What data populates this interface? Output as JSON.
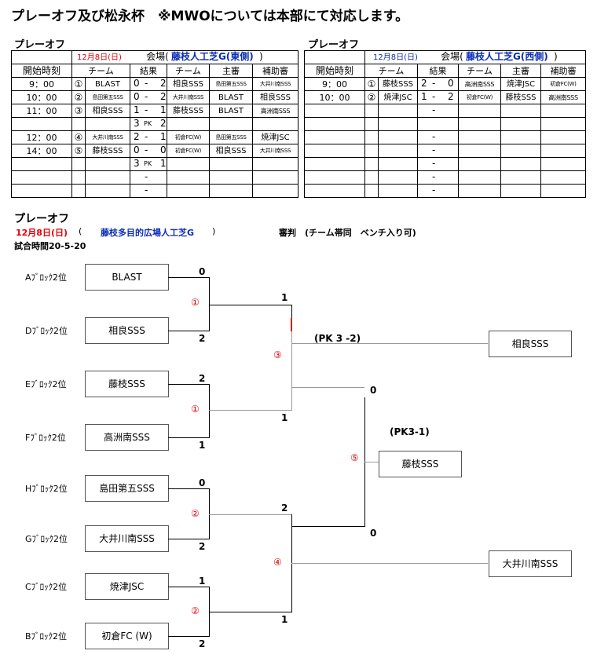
{
  "title": "プレーオフ及び松永杯　※MWOについては本部にて対応します。",
  "left_table": {
    "section": "プレーオフ",
    "date": "12月8日(日)",
    "venue_label": "会場(",
    "venue": "藤枝人工芝G(東側)",
    "venue_close": ")",
    "headers": [
      "開始時刻",
      "チーム",
      "結果",
      "チーム",
      "主審",
      "補助審"
    ],
    "rows": [
      {
        "time": "9：00",
        "no": "①",
        "team1": "BLAST",
        "s1": "0",
        "dash": "-",
        "s2": "2",
        "team2": "相良SSS",
        "ref": "島田第五SSS",
        "asst": "大井川南SSS"
      },
      {
        "time": "10：00",
        "no": "②",
        "team1": "島田第五SSS",
        "s1": "0",
        "dash": "-",
        "s2": "2",
        "team2": "大井川南SSS",
        "ref": "BLAST",
        "asst": "相良SSS"
      },
      {
        "time": "11：00",
        "no": "③",
        "team1": "相良SSS",
        "s1": "1",
        "dash": "-",
        "s2": "1",
        "team2": "藤枝SSS",
        "ref": "BLAST",
        "asst": "高洲南SSS"
      },
      {
        "time": "",
        "no": "",
        "team1": "",
        "s1": "3",
        "dash": "PK",
        "s2": "2",
        "team2": "",
        "ref": "",
        "asst": ""
      },
      {
        "time": "12：00",
        "no": "④",
        "team1": "大井川南SSS",
        "s1": "2",
        "dash": "-",
        "s2": "1",
        "team2": "初倉FC(W)",
        "ref": "島田第五SSS",
        "asst": "焼津JSC"
      },
      {
        "time": "14：00",
        "no": "⑤",
        "team1": "藤枝SSS",
        "s1": "0",
        "dash": "-",
        "s2": "0",
        "team2": "初倉FC(W)",
        "ref": "相良SSS",
        "asst": "大井川南SSS"
      },
      {
        "time": "",
        "no": "",
        "team1": "",
        "s1": "3",
        "dash": "PK",
        "s2": "1",
        "team2": "",
        "ref": "",
        "asst": ""
      },
      {
        "time": "",
        "no": "",
        "team1": "",
        "s1": "",
        "dash": "-",
        "s2": "",
        "team2": "",
        "ref": "",
        "asst": ""
      },
      {
        "time": "",
        "no": "",
        "team1": "",
        "s1": "",
        "dash": "-",
        "s2": "",
        "team2": "",
        "ref": "",
        "asst": ""
      }
    ]
  },
  "right_table": {
    "section": "プレーオフ",
    "date": "12月8日(日)",
    "venue_label": "会場(",
    "venue": "藤枝人工芝G(西側)",
    "venue_close": ")",
    "headers": [
      "開始時刻",
      "チーム",
      "結果",
      "チーム",
      "主審",
      "補助審"
    ],
    "rows": [
      {
        "time": "9：00",
        "no": "①",
        "team1": "藤枝SSS",
        "s1": "2",
        "dash": "-",
        "s2": "0",
        "team2": "高洲南SSS",
        "ref": "焼津JSC",
        "asst": "初倉FC(W)"
      },
      {
        "time": "10：00",
        "no": "②",
        "team1": "焼津JSC",
        "s1": "1",
        "dash": "-",
        "s2": "2",
        "team2": "初倉FC(W)",
        "ref": "藤枝SSS",
        "asst": "高洲南SSS"
      },
      {
        "time": "",
        "no": "",
        "team1": "",
        "s1": "",
        "dash": "-",
        "s2": "",
        "team2": "",
        "ref": "",
        "asst": ""
      },
      {
        "time": "",
        "no": "",
        "team1": "",
        "s1": "",
        "dash": "",
        "s2": "",
        "team2": "",
        "ref": "",
        "asst": ""
      },
      {
        "time": "",
        "no": "",
        "team1": "",
        "s1": "",
        "dash": "-",
        "s2": "",
        "team2": "",
        "ref": "",
        "asst": ""
      },
      {
        "time": "",
        "no": "",
        "team1": "",
        "s1": "",
        "dash": "-",
        "s2": "",
        "team2": "",
        "ref": "",
        "asst": ""
      },
      {
        "time": "",
        "no": "",
        "team1": "",
        "s1": "",
        "dash": "-",
        "s2": "",
        "team2": "",
        "ref": "",
        "asst": ""
      },
      {
        "time": "",
        "no": "",
        "team1": "",
        "s1": "",
        "dash": "-",
        "s2": "",
        "team2": "",
        "ref": "",
        "asst": ""
      },
      {
        "time": "",
        "no": "",
        "team1": "",
        "s1": "",
        "dash": "-",
        "s2": "",
        "team2": "",
        "ref": "",
        "asst": ""
      }
    ]
  },
  "bracket": {
    "section": "プレーオフ",
    "date": "12月8日(日)",
    "paren_open": "(",
    "venue": "藤枝多目的広場人工芝G",
    "paren_close": ")",
    "referee_note": "審判　(チーム帯同　ベンチ入り可)",
    "match_time": "試合時間20-5-20",
    "entries": [
      {
        "block": "Aﾌﾞﾛｯｸ2位",
        "team": "BLAST",
        "score": "0"
      },
      {
        "block": "Dﾌﾞﾛｯｸ2位",
        "team": "相良SSS",
        "score": "2"
      },
      {
        "block": "Eﾌﾞﾛｯｸ2位",
        "team": "藤枝SSS",
        "score": "2"
      },
      {
        "block": "Fﾌﾞﾛｯｸ2位",
        "team": "高洲南SSS",
        "score": "1"
      },
      {
        "block": "Hﾌﾞﾛｯｸ2位",
        "team": "島田第五SSS",
        "score": "0"
      },
      {
        "block": "Gﾌﾞﾛｯｸ2位",
        "team": "大井川南SSS",
        "score": "2"
      },
      {
        "block": "Cﾌﾞﾛｯｸ2位",
        "team": "焼津JSC",
        "score": "1"
      },
      {
        "block": "Bﾌﾞﾛｯｸ2位",
        "team": "初倉FC (W)",
        "score": "2"
      }
    ],
    "round1_labels": [
      "①",
      "①",
      "②",
      "②"
    ],
    "round2_scores": [
      "1",
      "1",
      "2",
      "1"
    ],
    "round2_labels": [
      "③",
      "④"
    ],
    "final_label": "⑤",
    "final_scores": [
      "0",
      "0"
    ],
    "pk_match3": "(PK 3 -2)",
    "pk_final": "(PK3-1)",
    "winner_match3": "相良SSS",
    "winner_final": "藤枝SSS",
    "winner_match4": "大井川南SSS"
  }
}
